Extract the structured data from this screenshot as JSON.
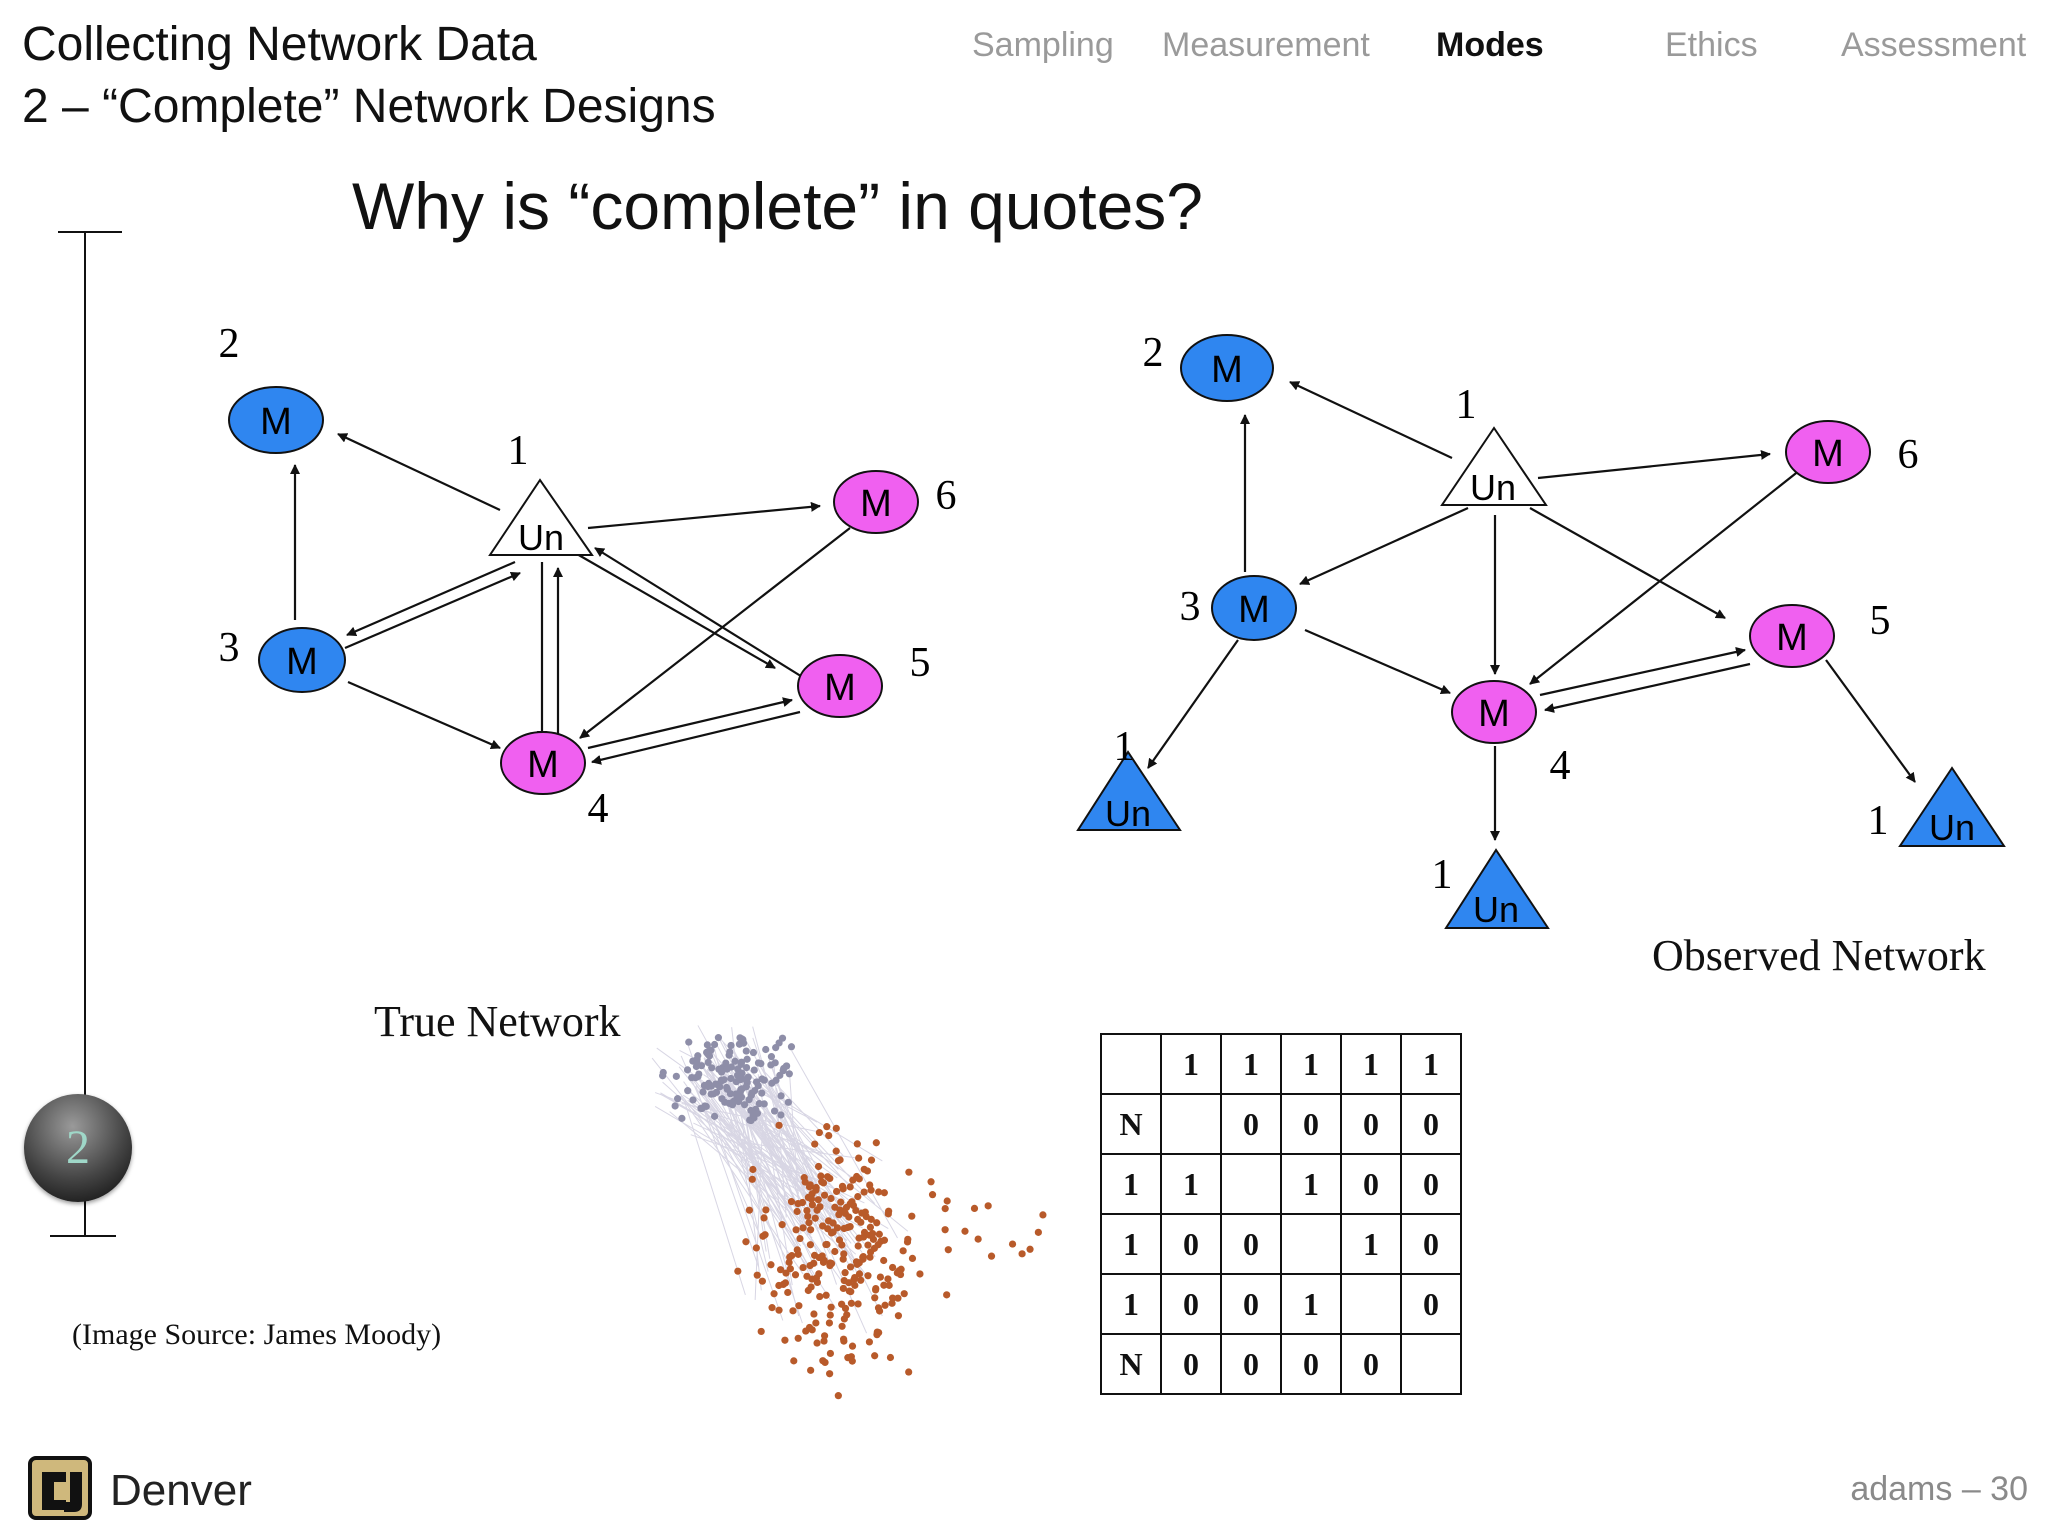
{
  "header": {
    "title_line1": "Collecting Network Data",
    "title_line2": "2 – “Complete” Network Designs"
  },
  "nav": {
    "items": [
      "Sampling",
      "Measurement",
      "Modes",
      "Ethics",
      "Assessment"
    ],
    "active": "Modes"
  },
  "question": "Why is “complete” in quotes?",
  "progress": {
    "current": "2",
    "fraction": 1.0
  },
  "true_network": {
    "caption": "True Network",
    "nodes": [
      {
        "id": "1",
        "label": "Un",
        "shape": "triangle",
        "color": "#ffffff"
      },
      {
        "id": "2",
        "label": "M",
        "shape": "ellipse",
        "color": "#2f86f0"
      },
      {
        "id": "3",
        "label": "M",
        "shape": "ellipse",
        "color": "#2f86f0"
      },
      {
        "id": "4",
        "label": "M",
        "shape": "ellipse",
        "color": "#f060f0"
      },
      {
        "id": "5",
        "label": "M",
        "shape": "ellipse",
        "color": "#f060f0"
      },
      {
        "id": "6",
        "label": "M",
        "shape": "ellipse",
        "color": "#f060f0"
      }
    ]
  },
  "observed_network": {
    "caption": "Observed Network",
    "nodes": [
      {
        "id": "1",
        "label": "Un",
        "shape": "triangle",
        "color": "#ffffff"
      },
      {
        "id": "2",
        "label": "M",
        "shape": "ellipse",
        "color": "#2f86f0"
      },
      {
        "id": "3",
        "label": "M",
        "shape": "ellipse",
        "color": "#2f86f0"
      },
      {
        "id": "4",
        "label": "M",
        "shape": "ellipse",
        "color": "#f060f0"
      },
      {
        "id": "5",
        "label": "M",
        "shape": "ellipse",
        "color": "#f060f0"
      },
      {
        "id": "6",
        "label": "M",
        "shape": "ellipse",
        "color": "#f060f0"
      },
      {
        "id": "1",
        "label": "Un",
        "shape": "triangle",
        "color": "#2f86f0"
      },
      {
        "id": "1",
        "label": "Un",
        "shape": "triangle",
        "color": "#2f86f0"
      },
      {
        "id": "1",
        "label": "Un",
        "shape": "triangle",
        "color": "#2f86f0"
      }
    ]
  },
  "matrix": {
    "rows": [
      [
        "",
        "1",
        "1",
        "1",
        "1",
        "1"
      ],
      [
        "N",
        "",
        "0",
        "0",
        "0",
        "0"
      ],
      [
        "1",
        "1",
        "",
        "1",
        "0",
        "0"
      ],
      [
        "1",
        "0",
        "0",
        "",
        "1",
        "0"
      ],
      [
        "1",
        "0",
        "0",
        "1",
        "",
        "0"
      ],
      [
        "N",
        "0",
        "0",
        "0",
        "0",
        ""
      ]
    ]
  },
  "image_source": "(Image Source: James Moody)",
  "footer": {
    "brand": "Denver",
    "page": "adams – 30"
  },
  "colors": {
    "blue": "#2f86f0",
    "magenta": "#f060f0",
    "cluster_top": "#8e8ea8",
    "cluster_bottom": "#b85a2a"
  }
}
